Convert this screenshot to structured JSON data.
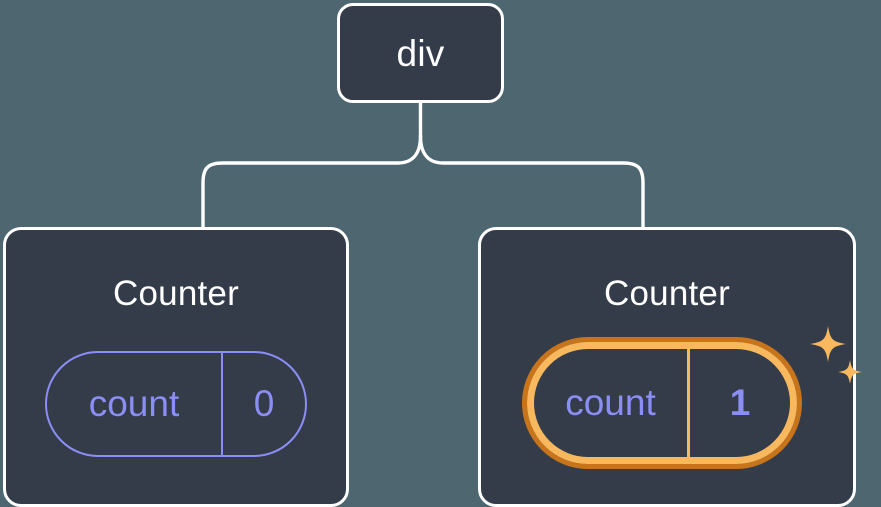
{
  "diagram": {
    "type": "component-tree",
    "background_color": "#4e6670",
    "node_fill_color": "#343c4a",
    "node_border_color": "#ffffff",
    "connector_color": "#ffffff",
    "state_color": "#8b8ef5",
    "highlight_outer_color": "#c8741a",
    "highlight_inner_color": "#f8b95e",
    "root": {
      "label": "div"
    },
    "children": [
      {
        "label": "Counter",
        "state": {
          "key": "count",
          "value": "0"
        },
        "highlighted": false
      },
      {
        "label": "Counter",
        "state": {
          "key": "count",
          "value": "1"
        },
        "highlighted": true,
        "sparkle_icons": [
          "sparkle-large",
          "sparkle-small"
        ]
      }
    ]
  }
}
